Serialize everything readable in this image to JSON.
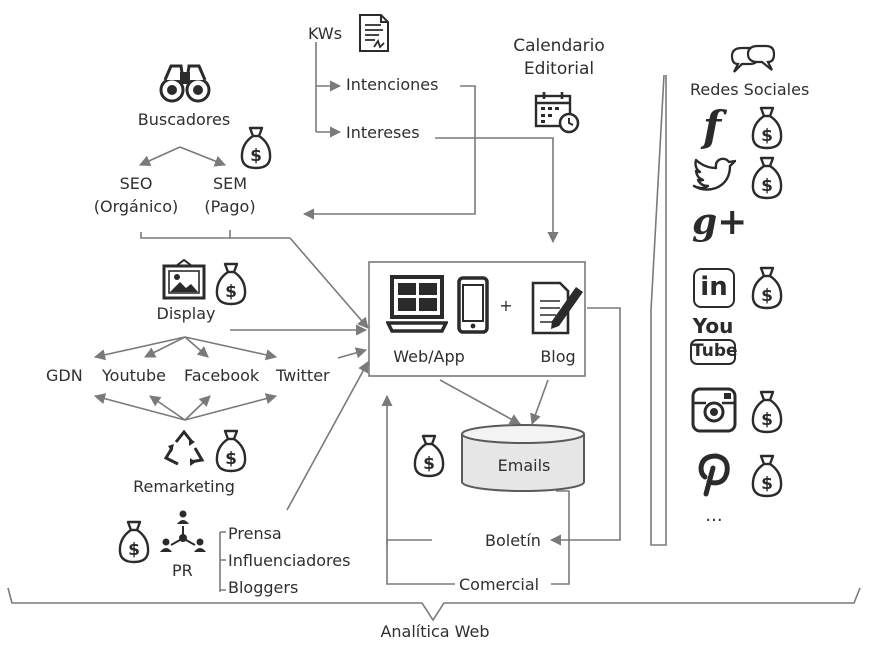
{
  "diagram": {
    "keywords": "KWs",
    "intentions": "Intenciones",
    "interests": "Intereses",
    "editorial_calendar_line1": "Calendario",
    "editorial_calendar_line2": "Editorial",
    "search_engines": "Buscadores",
    "seo_line1": "SEO",
    "seo_line2": "(Orgánico)",
    "sem_line1": "SEM",
    "sem_line2": "(Pago)",
    "display": "Display",
    "gdn": "GDN",
    "youtube": "Youtube",
    "facebook": "Facebook",
    "twitter": "Twitter",
    "remarketing": "Remarketing",
    "pr": "PR",
    "press": "Prensa",
    "influencers": "Influenciadores",
    "bloggers": "Bloggers",
    "web_app": "Web/App",
    "plus": "+",
    "blog": "Blog",
    "emails": "Emails",
    "newsletter": "Boletín",
    "commercial": "Comercial",
    "social_networks": "Redes Sociales",
    "social_more": "...",
    "web_analytics": "Analítica Web",
    "youtube_logo_top": "You",
    "youtube_logo_bottom": "Tube",
    "linkedin_logo": "in",
    "google_plus_logo": "g+",
    "facebook_logo": "f",
    "pinterest_logo": "p",
    "money_symbol": "$"
  },
  "colors": {
    "line": "#7a7a7a",
    "ink": "#2b2b2b"
  }
}
